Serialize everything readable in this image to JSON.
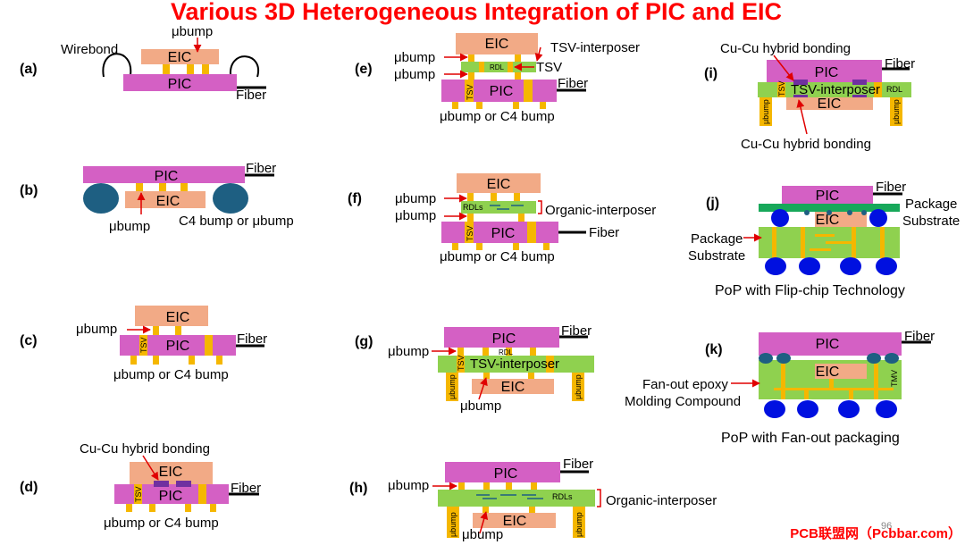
{
  "title": "Various 3D Heterogeneous Integration of PIC and EIC",
  "page_number": "96",
  "watermark": "PCB联盟网（Pcbbar.com）",
  "colors": {
    "pic": "#d460c4",
    "eic": "#f2aa86",
    "bump": "#f5b700",
    "interposer": "#8fd14f",
    "c4_dark": "#1e5f82",
    "solder_ball": "#0010e0",
    "package_substrate_top": "#17a85a",
    "hybrid_pad": "#7030a0",
    "arrow": "#e00000",
    "title": "#ff0000"
  },
  "panels": {
    "a": {
      "letter": "(a)",
      "wirebond": "Wirebond",
      "ubump": "μbump",
      "eic": "EIC",
      "pic": "PIC",
      "fiber": "Fiber"
    },
    "b": {
      "letter": "(b)",
      "pic": "PIC",
      "fiber": "Fiber",
      "eic": "EIC",
      "ubump": "μbump",
      "c4": "C4 bump or μbump"
    },
    "c": {
      "letter": "(c)",
      "ubump": "μbump",
      "eic": "EIC",
      "pic": "PIC",
      "tsv": "TSV",
      "fiber": "Fiber",
      "bottom": "μbump or C4 bump"
    },
    "d": {
      "letter": "(d)",
      "hybrid": "Cu-Cu hybrid bonding",
      "eic": "EIC",
      "pic": "PIC",
      "tsv": "TSV",
      "fiber": "Fiber",
      "bottom": "μbump or C4 bump"
    },
    "e": {
      "letter": "(e)",
      "eic": "EIC",
      "interposer": "TSV-interposer",
      "ubump1": "μbump",
      "ubump2": "μbump",
      "rdl": "RDL",
      "tsv_label": "TSV",
      "tsv": "TSV",
      "pic": "PIC",
      "fiber": "Fiber",
      "bottom": "μbump or C4 bump"
    },
    "f": {
      "letter": "(f)",
      "eic": "EIC",
      "ubump1": "μbump",
      "ubump2": "μbump",
      "rdls": "RDLs",
      "interposer": "Organic-interposer",
      "tsv": "TSV",
      "pic": "PIC",
      "fiber": "Fiber",
      "bottom": "μbump or C4 bump"
    },
    "g": {
      "letter": "(g)",
      "pic": "PIC",
      "fiber": "Fiber",
      "ubump": "μbump",
      "rdl": "RDL",
      "tsv": "TSV",
      "interposer": "TSV-interposer",
      "eic": "EIC",
      "ubump_left": "μbump",
      "ubump_right": "μbump",
      "ubump_bottom": "μbump"
    },
    "h": {
      "letter": "(h)",
      "pic": "PIC",
      "fiber": "Fiber",
      "ubump": "μbump",
      "rdls": "RDLs",
      "interposer": "Organic-interposer",
      "eic": "EIC",
      "ubump_left": "μbump",
      "ubump_right": "μbump",
      "ubump_bottom": "μbump"
    },
    "i": {
      "letter": "(i)",
      "hybrid_top": "Cu-Cu hybrid bonding",
      "pic": "PIC",
      "fiber": "Fiber",
      "tsv": "TSV",
      "interposer": "TSV-interposer",
      "rdl": "RDL",
      "eic": "EIC",
      "ubump_left": "μbump",
      "ubump_right": "μbump",
      "hybrid_bottom": "Cu-Cu hybrid bonding"
    },
    "j": {
      "letter": "(j)",
      "pic": "PIC",
      "fiber": "Fiber",
      "pkg_right1": "Package",
      "pkg_right2": "Substrate",
      "eic": "EIC",
      "pkg_left1": "Package",
      "pkg_left2": "Substrate",
      "caption": "PoP with Flip-chip Technology"
    },
    "k": {
      "letter": "(k)",
      "pic": "PIC",
      "fiber": "Fiber",
      "fanout1": "Fan-out epoxy",
      "fanout2": "Molding Compound",
      "eic": "EIC",
      "tmv": "TMV",
      "caption": "PoP with Fan-out packaging"
    }
  }
}
